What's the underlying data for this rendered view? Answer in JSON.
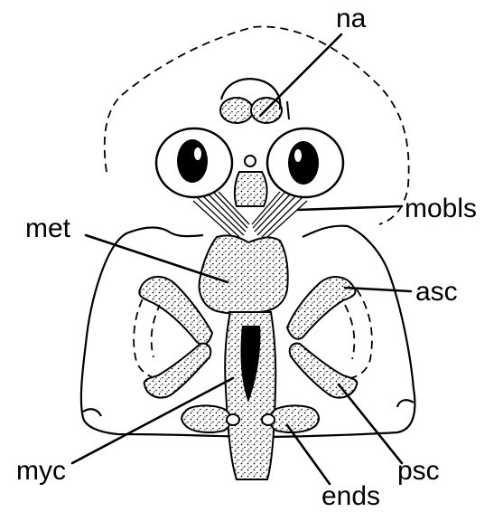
{
  "labels": {
    "na": "na",
    "mobls": "mobls",
    "met": "met",
    "asc": "asc",
    "myc": "myc",
    "ends": "ends",
    "psc": "psc"
  },
  "colors": {
    "ink": "#000000",
    "paper": "#ffffff"
  }
}
